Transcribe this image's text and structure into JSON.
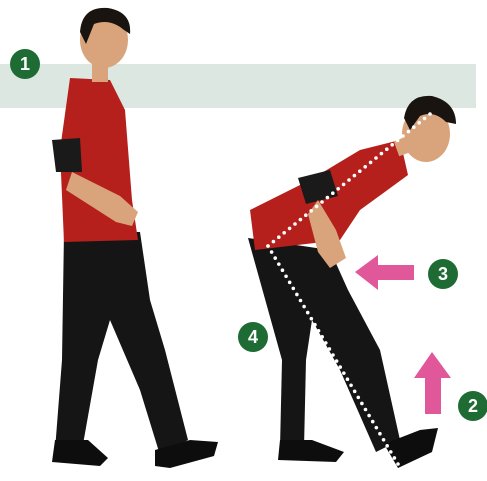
{
  "steps": [
    {
      "number": "1"
    },
    {
      "number": "2"
    },
    {
      "number": "3"
    },
    {
      "number": "4"
    }
  ],
  "colors": {
    "badge": "#1e6b34",
    "band": "#dbe7e0",
    "arrow": "#e0589a",
    "shirt": "#b5201c",
    "pants": "#151515",
    "guide_dots": "#ffffff"
  }
}
